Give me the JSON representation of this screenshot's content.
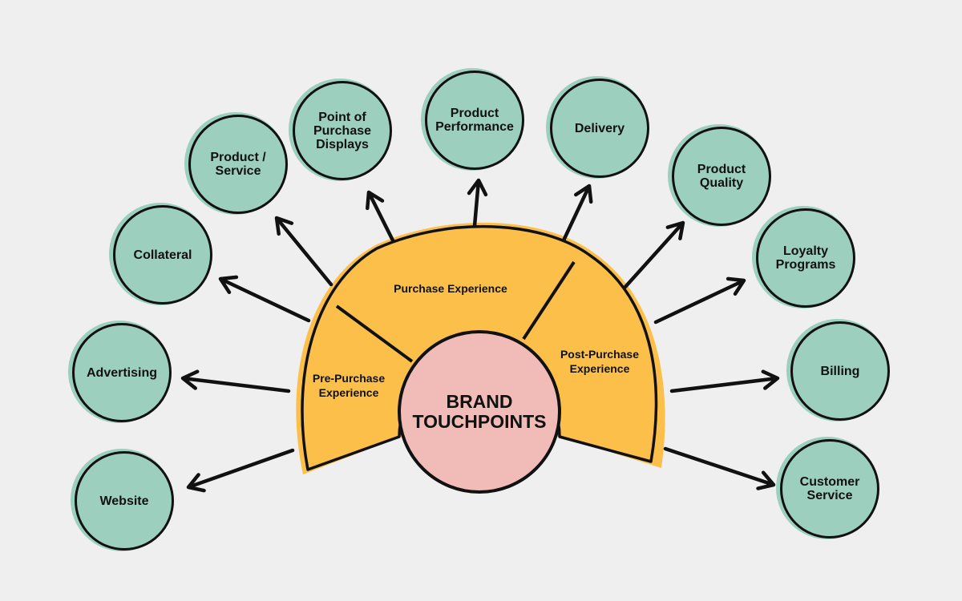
{
  "center": {
    "label_line1": "BRAND",
    "label_line2": "TOUCHPOINTS"
  },
  "segments": {
    "pre": {
      "line1": "Pre-Purchase",
      "line2": "Experience"
    },
    "purchase": {
      "line1": "Purchase Experience"
    },
    "post": {
      "line1": "Post-Purchase",
      "line2": "Experience"
    }
  },
  "touchpoints": [
    "Website",
    "Advertising",
    "Collateral",
    "Product / Service",
    "Point of Purchase Displays",
    "Product Performance",
    "Delivery",
    "Product Quality",
    "Loyalty Programs",
    "Billing",
    "Customer Service"
  ],
  "colors": {
    "background": "#efefef",
    "touchpoint": "#9dcfbe",
    "fan": "#fcc04a",
    "center": "#f1bcb7",
    "stroke": "#111111"
  }
}
